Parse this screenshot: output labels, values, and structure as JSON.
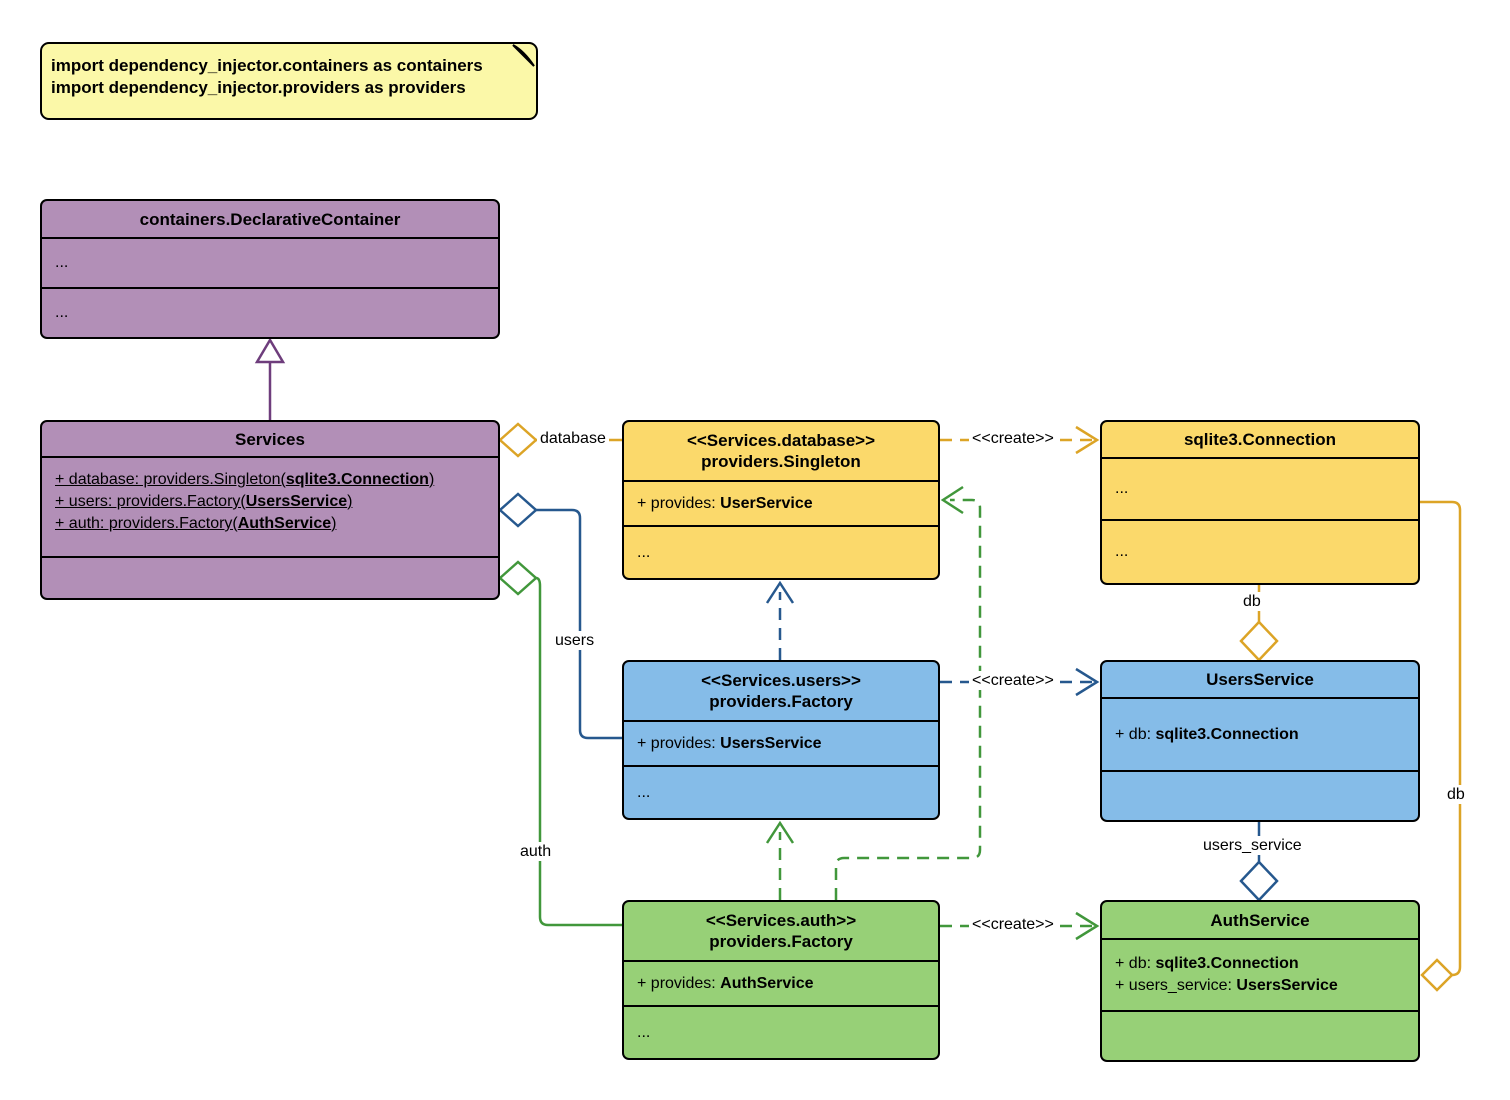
{
  "colors": {
    "purple_fill": "#B28FB7",
    "purple_stroke": "#6E3D7C",
    "yellow_fill": "#FBD96B",
    "yellow_stroke": "#DCA426",
    "blue_fill": "#85BCE8",
    "blue_stroke": "#26588E",
    "green_fill": "#97D077",
    "green_stroke": "#41973B",
    "note_fill": "#FBF8A8"
  },
  "note": {
    "lines": [
      "import dependency_injector.containers as containers",
      "import dependency_injector.providers as providers"
    ]
  },
  "classes": {
    "declarative_container": {
      "title": "containers.DeclarativeContainer",
      "rows": [
        "...",
        "..."
      ]
    },
    "services": {
      "title": "Services",
      "attributes": [
        {
          "pre": "+ database: providers.Singleton(",
          "bold": "sqlite3.Connection",
          "post": ")"
        },
        {
          "pre": "+ users: providers.Factory(",
          "bold": "UsersService",
          "post": ")"
        },
        {
          "pre": "+ auth: providers.Factory(",
          "bold": "AuthService",
          "post": ")"
        }
      ]
    },
    "database_singleton": {
      "stereotype": "<<Services.database>>",
      "title": "providers.Singleton",
      "provides": {
        "pre": "+ provides: ",
        "bold": "UserService"
      },
      "more": "..."
    },
    "sqlite_connection": {
      "title": "sqlite3.Connection",
      "rows": [
        "...",
        "..."
      ]
    },
    "users_factory": {
      "stereotype": "<<Services.users>>",
      "title": "providers.Factory",
      "provides": {
        "pre": "+ provides: ",
        "bold": "UsersService"
      },
      "more": "..."
    },
    "users_service": {
      "title": "UsersService",
      "attributes": [
        {
          "pre": "+ db: ",
          "bold": "sqlite3.Connection",
          "post": ""
        }
      ]
    },
    "auth_factory": {
      "stereotype": "<<Services.auth>>",
      "title": "providers.Factory",
      "provides": {
        "pre": "+ provides: ",
        "bold": "AuthService"
      },
      "more": "..."
    },
    "auth_service": {
      "title": "AuthService",
      "attributes": [
        {
          "pre": "+ db: ",
          "bold": "sqlite3.Connection",
          "post": ""
        },
        {
          "pre": "+ users_service: ",
          "bold": "UsersService",
          "post": ""
        }
      ]
    }
  },
  "edges": {
    "database_label": "database",
    "users_label": "users",
    "auth_label": "auth",
    "create_label": "<<create>>",
    "db_mid_label": "db",
    "db_right_label": "db",
    "users_service_label": "users_service"
  }
}
